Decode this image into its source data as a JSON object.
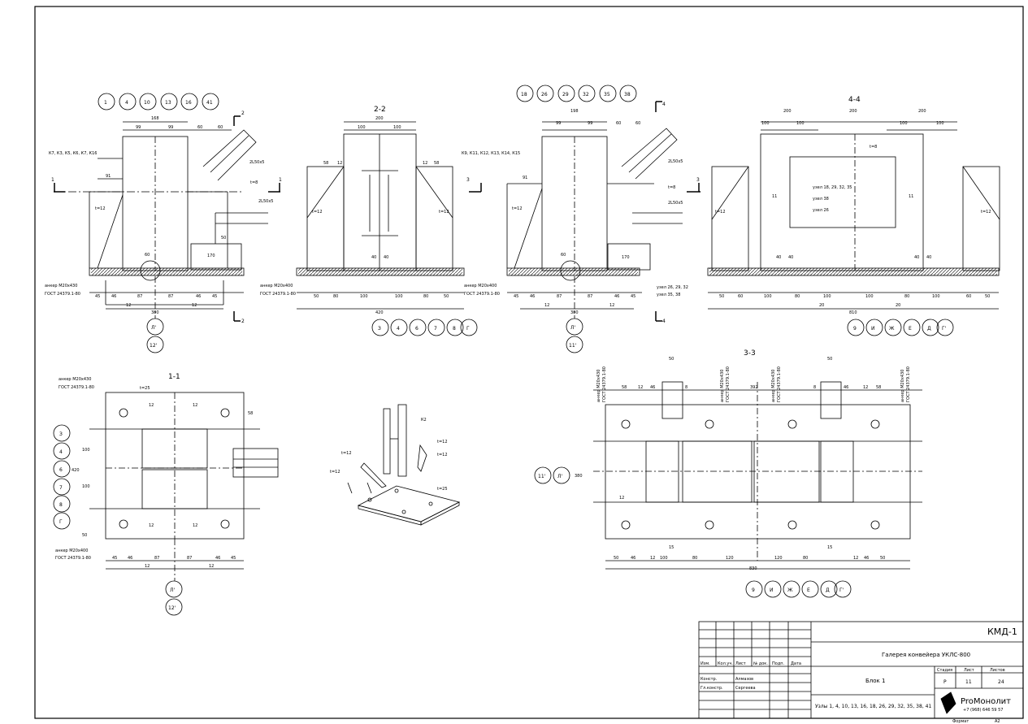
{
  "views": {
    "view_a": {
      "tags": [
        "1",
        "4",
        "10",
        "13",
        "16",
        "41"
      ],
      "mark_list": "К7, К3, К5, К6, К7, К16",
      "axis_tags": [
        "Л'",
        "12'"
      ],
      "cut_marks": [
        "1",
        "1",
        "2",
        "2"
      ],
      "dims": {
        "top_total": "168",
        "top_l": "99",
        "top_r": "99",
        "right_60a": "60",
        "right_60b": "60",
        "w91": "91",
        "t12": "t=12",
        "t8": "t=8",
        "s70": "170",
        "s50": "50",
        "brace1": "2L50х5",
        "brace2": "2L50х5",
        "b1": "45",
        "b2": "46",
        "b3": "87",
        "b4": "87",
        "b5": "46",
        "b6": "45",
        "bot_total": "380",
        "bot_12a": "12",
        "bot_12b": "12",
        "ang": "60"
      },
      "anchor_1": "анкер М20х430",
      "anchor_2": "ГОСТ 24379.1-80"
    },
    "view_22": {
      "title": "2-2",
      "axis_tags": [
        "З",
        "4",
        "6",
        "7",
        "8",
        "Г"
      ],
      "dims": {
        "top": "200",
        "t100a": "100",
        "t100b": "100",
        "l58": "58",
        "l12": "12",
        "r12": "12",
        "r58": "58",
        "t12a": "t=12",
        "t12b": "t=12",
        "b50a": "50",
        "b80a": "80",
        "b100a": "100",
        "b100b": "100",
        "b80b": "80",
        "b50b": "50",
        "total": "420",
        "d40a": "40",
        "d40b": "40"
      },
      "anchor_1": "анкер М20х400",
      "anchor_2": "ГОСТ 24379.1-80"
    },
    "view_b": {
      "tags": [
        "18",
        "26",
        "29",
        "32",
        "35",
        "38"
      ],
      "mark_list": "К9, К11, К12, К13, К14, К15",
      "axis_tags": [
        "Л'",
        "11'"
      ],
      "cut_marks": [
        "3",
        "3",
        "4",
        "4"
      ],
      "dims": {
        "top_total": "198",
        "top_l": "99",
        "top_r": "99",
        "right_60a": "60",
        "right_60b": "60",
        "w91": "91",
        "t12": "t=12",
        "t8": "t=8",
        "s70": "170",
        "brace1": "2L50х5",
        "brace2": "2L50х5",
        "b1": "45",
        "b2": "46",
        "b3": "87",
        "b4": "87",
        "b5": "46",
        "b6": "45",
        "bot_total": "380",
        "bot_12a": "12",
        "bot_12b": "12",
        "ang": "60",
        "v1": "узел 26, 29, 32",
        "v2": "узел 35, 38"
      },
      "anchor_1": "анкер М20х400",
      "anchor_2": "ГОСТ 24379.1-80"
    },
    "view_44": {
      "title": "4-4",
      "axis_tags": [
        "9",
        "И",
        "Ж",
        "Е",
        "Д",
        "Г'"
      ],
      "dims": {
        "top_l": "200",
        "top_c": "200",
        "top_r": "200",
        "l100a": "100",
        "l100b": "100",
        "r100a": "100",
        "r100b": "100",
        "t8": "t=8",
        "t12a": "t=12",
        "t12b": "t=12",
        "v1": "узел 18, 29, 32, 35",
        "v2": "узел 38",
        "v3": "узел 26",
        "b50a": "50",
        "b60a": "60",
        "b100a": "100",
        "b80a": "80",
        "b100b": "100",
        "b100c": "100",
        "b80b": "80",
        "b100d": "100",
        "b60b": "60",
        "b50b": "50",
        "total": "810",
        "c20a": "20",
        "c20b": "20",
        "d40a": "40",
        "d40b": "40",
        "d40c": "40",
        "d40d": "40",
        "c11a": "11",
        "c11b": "11"
      }
    },
    "view_11": {
      "title": "1-1",
      "axis_left": [
        "З",
        "4",
        "6",
        "7",
        "8",
        "Г"
      ],
      "axis_bottom": [
        "Л'",
        "12'"
      ],
      "t25": "t=25",
      "anchor_top_1": "анкер М20х430",
      "anchor_top_2": "ГОСТ 24379.1-80",
      "anchor_bot_1": "анкер М20х400",
      "anchor_bot_2": "ГОСТ 24379.1-80",
      "dims": {
        "b45a": "45",
        "b46a": "46",
        "b87a": "87",
        "b87b": "87",
        "b46b": "46",
        "b45b": "45",
        "b12a": "12",
        "b12b": "12",
        "v50": "50",
        "v100a": "100",
        "v100b": "100",
        "v420": "420",
        "v58": "58",
        "c12a": "12",
        "c12b": "12",
        "c12c": "12",
        "c12d": "12"
      }
    },
    "iso": {
      "k2": "К2",
      "t12a": "t=12",
      "t12b": "t=12",
      "t12c": "t=12",
      "t12d": "t=12",
      "t25": "t=25"
    },
    "view_33": {
      "title": "3-3",
      "axis_left": [
        "11'",
        "Л'"
      ],
      "axis_bottom": [
        "9",
        "И",
        "Ж",
        "Е",
        "Д",
        "Г'"
      ],
      "anchors": [
        "анкер М20х430",
        "ГОСТ 24379.1-80",
        "анкер М20х430",
        "ГОСТ 24379.1-80",
        "анкер М20х430",
        "ГОСТ 24379.1-80",
        "анкер М20х430",
        "ГОСТ 24379.1-80"
      ],
      "dims": {
        "t50a": "50",
        "t50b": "50",
        "t58": "58",
        "t12a": "12",
        "t46a": "46",
        "t8a": "8",
        "t392": "392",
        "t8b": "8",
        "t46b": "46",
        "t12b": "12",
        "t58b": "58",
        "b50a": "50",
        "b46a": "46",
        "b12a": "12",
        "b100": "100",
        "b80a": "80",
        "b120a": "120",
        "b120b": "120",
        "b80b": "80",
        "b12b": "12",
        "b46b": "46",
        "b50b": "50",
        "total": "830",
        "c15a": "15",
        "c15b": "15",
        "v380": "380",
        "c12": "12"
      }
    }
  },
  "title_block": {
    "code": "КМД-1",
    "project": "Галерея конвейера УКЛС-800",
    "sheet_name": "Блок 1",
    "nodes": "Узлы 1, 4, 10, 13, 16, 18, 26, 29, 32, 35, 38, 41",
    "headers": [
      "Изм.",
      "Кол.уч.",
      "Лист",
      "№ док.",
      "Подп.",
      "Дата"
    ],
    "roles": [
      {
        "role": "Констр.",
        "name": "Алмазов"
      },
      {
        "role": "Гл.констр.",
        "name": "Сергеева"
      }
    ],
    "stage_h": "Стадия",
    "sheet_h": "Лист",
    "sheets_h": "Листов",
    "stage": "Р",
    "sheet": "11",
    "sheets": "24",
    "company": "ProМонолит",
    "phone": "+7 (968) 646 59 57",
    "format_h": "Формат",
    "format": "А2"
  }
}
